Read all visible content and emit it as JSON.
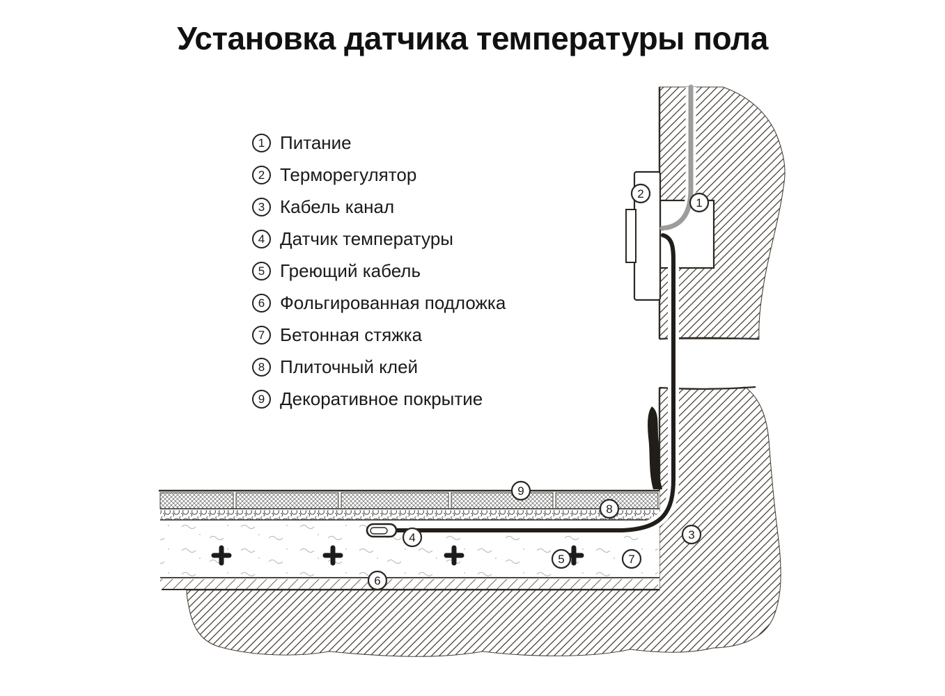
{
  "title": "Установка датчика температуры пола",
  "legend": {
    "items": [
      {
        "num": "1",
        "label": "Питание"
      },
      {
        "num": "2",
        "label": "Терморегулятор"
      },
      {
        "num": "3",
        "label": "Кабель канал"
      },
      {
        "num": "4",
        "label": "Датчик температуры"
      },
      {
        "num": "5",
        "label": "Греющий кабель"
      },
      {
        "num": "6",
        "label": "Фольгированная подложка"
      },
      {
        "num": "7",
        "label": "Бетонная стяжка"
      },
      {
        "num": "8",
        "label": "Плиточный клей"
      },
      {
        "num": "9",
        "label": "Декоративное покрытие"
      }
    ]
  },
  "drawing": {
    "callouts": {
      "power": "1",
      "thermostat": "2",
      "cable_channel": "3",
      "sensor": "4",
      "heating_cable": "5",
      "foil_underlay": "6",
      "screed": "7",
      "tile_adhesive": "8",
      "decorative_cover": "9"
    }
  },
  "colors": {
    "ink": "#2e2a25",
    "power_cable_gray": "#9d9d9d",
    "background": "#ffffff"
  }
}
